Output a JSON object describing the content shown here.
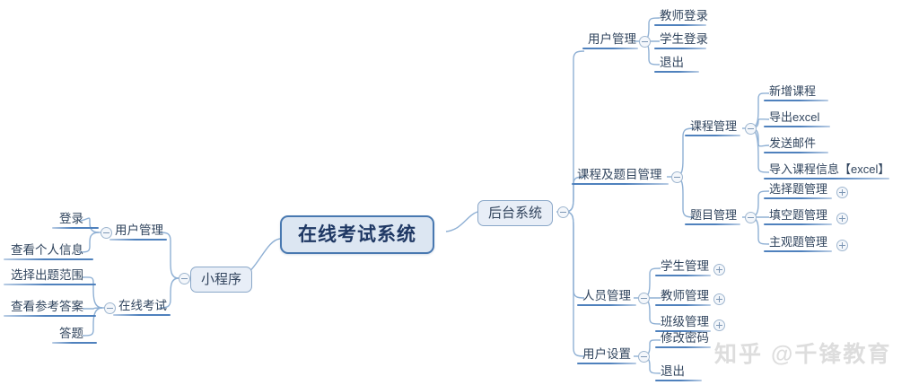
{
  "diagram": {
    "type": "mind-map",
    "central": {
      "label": "在线考试系统"
    },
    "branches": [
      {
        "label": "小程序",
        "side": "left",
        "children": [
          {
            "label": "用户管理",
            "collapse_icon": "minus-circle-icon",
            "children": [
              {
                "label": "登录"
              },
              {
                "label": "查看个人信息"
              }
            ]
          },
          {
            "label": "在线考试",
            "collapse_icon": "minus-circle-icon",
            "children": [
              {
                "label": "选择出题范围"
              },
              {
                "label": "查看参考答案"
              },
              {
                "label": "答题"
              }
            ]
          }
        ]
      },
      {
        "label": "后台系统",
        "side": "right",
        "children": [
          {
            "label": "用户管理",
            "collapse_icon": "minus-circle-icon",
            "children": [
              {
                "label": "教师登录"
              },
              {
                "label": "学生登录"
              },
              {
                "label": "退出"
              }
            ]
          },
          {
            "label": "课程及题目管理",
            "collapse_icon": "minus-circle-icon",
            "children": [
              {
                "label": "课程管理",
                "collapse_icon": "minus-circle-icon",
                "children": [
                  {
                    "label": "新增课程"
                  },
                  {
                    "label": "导出excel"
                  },
                  {
                    "label": "发送邮件"
                  },
                  {
                    "label": "导入课程信息【excel】"
                  }
                ]
              },
              {
                "label": "题目管理",
                "collapse_icon": "minus-circle-icon",
                "children": [
                  {
                    "label": "选择题管理",
                    "expand_icon": "plus-circle-icon"
                  },
                  {
                    "label": "填空题管理",
                    "expand_icon": "plus-circle-icon"
                  },
                  {
                    "label": "主观题管理",
                    "expand_icon": "plus-circle-icon"
                  }
                ]
              }
            ]
          },
          {
            "label": "人员管理",
            "collapse_icon": "minus-circle-icon",
            "children": [
              {
                "label": "学生管理",
                "expand_icon": "plus-circle-icon"
              },
              {
                "label": "教师管理",
                "expand_icon": "plus-circle-icon"
              },
              {
                "label": "班级管理",
                "expand_icon": "plus-circle-icon"
              }
            ]
          },
          {
            "label": "用户设置",
            "collapse_icon": "minus-circle-icon",
            "children": [
              {
                "label": "修改密码"
              },
              {
                "label": "退出"
              }
            ]
          }
        ]
      }
    ]
  },
  "watermark": {
    "text": "知乎 @千锋教育"
  },
  "colors": {
    "central_fill": "#dce6f2",
    "central_border": "#4878b0",
    "central_text": "#1f3864",
    "node_fill": "#e8eef7",
    "node_border": "#8aa7c8",
    "text": "#31455e",
    "connector": "#8fb0d4",
    "underline": "#4f81bd"
  }
}
